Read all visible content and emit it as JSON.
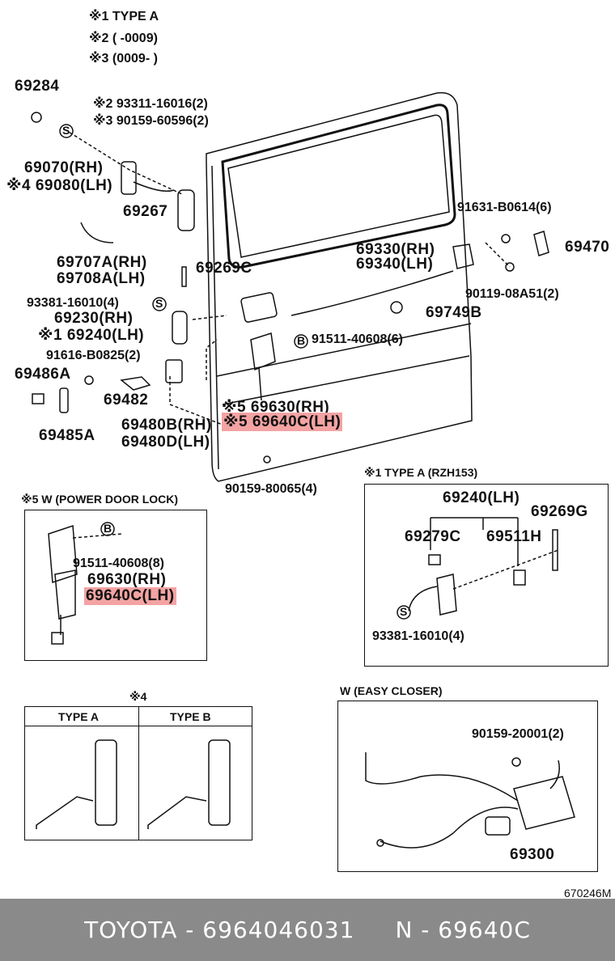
{
  "notes": {
    "n1": "※1  TYPE A",
    "n2": "※2  (      -0009)",
    "n3": "※3  (0009-      )"
  },
  "main_labels": {
    "p69284": "69284",
    "p93311": "※2 93311-16016(2)",
    "p90159a": "※3 90159-60596(2)",
    "p69070": "69070(RH)",
    "p69080": "※4 69080(LH)",
    "p69267": "69267",
    "p69707": "69707A(RH)",
    "p69708": "69708A(LH)",
    "p69269c": "69269C",
    "p93381": "93381-16010(4)",
    "p69230": "69230(RH)",
    "p69240": "※1 69240(LH)",
    "p91616": "91616-B0825(2)",
    "p69486": "69486A",
    "p69482": "69482",
    "p69485": "69485A",
    "p69480b": "69480B(RH)",
    "p69480d": "69480D(LH)",
    "p91631": "91631-B0614(6)",
    "p69470": "69470",
    "p69330": "69330(RH)",
    "p69340": "69340(LH)",
    "p90119": "90119-08A51(2)",
    "p69749": "69749B",
    "p91511": "91511-40608(6)",
    "p69630": "※5 69630(RH)",
    "p69640": "※5 69640C(LH)",
    "p90159b": "90159-80065(4)"
  },
  "power_lock": {
    "title": "※5 W (POWER  DOOR  LOCK)",
    "bolt": "91511-40608(8)",
    "rh": "69630(RH)",
    "lh": "69640C(LH)"
  },
  "type_a_rzh": {
    "title": "※1  TYPE  A   (RZH153)",
    "p69240": "69240(LH)",
    "p69269g": "69269G",
    "p69279c": "69279C",
    "p69511h": "69511H",
    "p93381": "93381-16010(4)"
  },
  "ref4": {
    "title": "※4",
    "type_a": "TYPE  A",
    "type_b": "TYPE  B"
  },
  "easy_closer": {
    "title": "W (EASY  CLOSER)",
    "bolt": "90159-20001(2)",
    "part": "69300"
  },
  "diagram_code": "670246M",
  "footer": {
    "brand": "TOYOTA - 6964046031",
    "part": "N - 69640C"
  },
  "colors": {
    "highlight": "#f4a3a3",
    "footer_bg": "#8a8a8a"
  }
}
